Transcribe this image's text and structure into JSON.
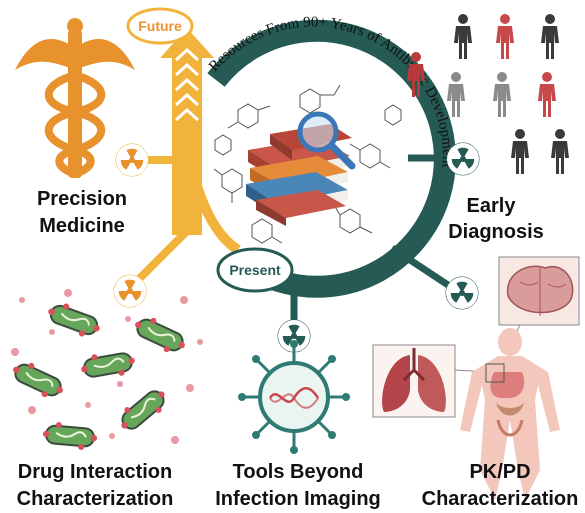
{
  "labels": {
    "future": "Future",
    "present": "Present",
    "arc_text": "Resources From 90+ Years of Antibiotic Development",
    "precision_1": "Precision",
    "precision_2": "Medicine",
    "early_1": "Early",
    "early_2": "Diagnosis",
    "drug_1": "Drug Interaction",
    "drug_2": "Characterization",
    "tools_1": "Tools Beyond",
    "tools_2": "Infection Imaging",
    "pkpd_1": "PK/PD",
    "pkpd_2": "Characterization"
  },
  "colors": {
    "teal": "#255b54",
    "gold": "#f2b33d",
    "orange": "#e8922e",
    "person_dark": "#3a3a3a",
    "person_red": "#c74848",
    "person_grey": "#8b8b8b",
    "bacteria_green": "#66a65b",
    "bacteria_outline": "#3c4a3d",
    "dot_red": "#d8505a",
    "dot_pink": "#e89aa0",
    "virus_teal": "#2f7a73",
    "lung_red": "#b3444a",
    "brain_pink": "#d99b9b"
  },
  "icons": [
    "caduceus-icon",
    "radiation-icon",
    "people-icon",
    "bacteria-icon",
    "virus-icon",
    "lungs-icon",
    "brain-icon",
    "body-icon",
    "books-icon",
    "magnifier-icon",
    "molecule-icon"
  ]
}
